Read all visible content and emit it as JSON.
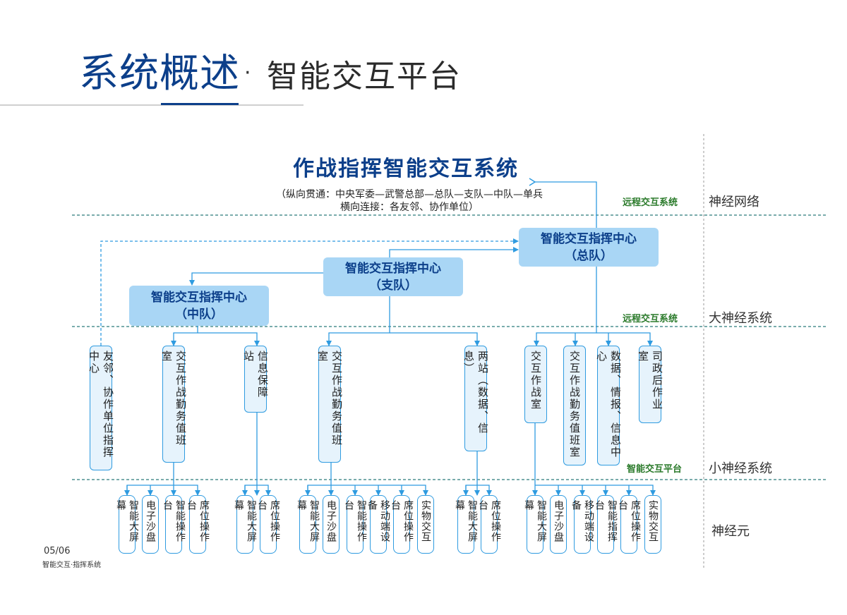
{
  "header": {
    "title": "系统概述",
    "separator": "·",
    "subtitle": "智能交互平台"
  },
  "system": {
    "title": "作战指挥智能交互系统",
    "note_line1": "（纵向贯通：中央军委—武警总部—总队—支队—中队—单兵",
    "note_line2": "横向连接：各友邻、协作单位）"
  },
  "centers": [
    {
      "name": "智能交互指挥中心",
      "unit": "（总队）"
    },
    {
      "name": "智能交互指挥中心",
      "unit": "（支队）"
    },
    {
      "name": "智能交互指挥中心",
      "unit": "（中队）"
    }
  ],
  "layer_labels": {
    "remote1": "远程交互系统",
    "remote2": "远程交互系统",
    "platform": "智能交互平台"
  },
  "levels": [
    "神经网络",
    "大神经系统",
    "小神经系统",
    "神经元"
  ],
  "rooms": [
    "友邻、协作单位指挥中心",
    "交互作战勤务值班室",
    "信息保障站",
    "交互作战勤务值班室",
    "两站（数据、信息）",
    "交互作战室",
    "交互作战勤务值班室",
    "数据、情报、信息中心",
    "司政后作业室"
  ],
  "leaves": [
    "智能大屏幕",
    "电子沙盘",
    "智能操作台",
    "席位操作台",
    "智能大屏幕",
    "席位操作台",
    "智能大屏幕",
    "电子沙盘",
    "智能操作台",
    "移动端设备",
    "席位操作台",
    "实物交互",
    "智能大屏幕",
    "席位操作台",
    "智能大屏幕",
    "电子沙盘",
    "移动端设备",
    "智能指挥台",
    "席位操作台",
    "实物交互"
  ],
  "footer": {
    "page": "05/06",
    "caption": "智能交互·指挥系统"
  },
  "colors": {
    "title_blue": "#0c3f8a",
    "box_fill": "#a9d6f5",
    "line_blue": "#2f9be0",
    "label_green": "#2a7a2a",
    "divider_teal": "#2a7a7a"
  }
}
